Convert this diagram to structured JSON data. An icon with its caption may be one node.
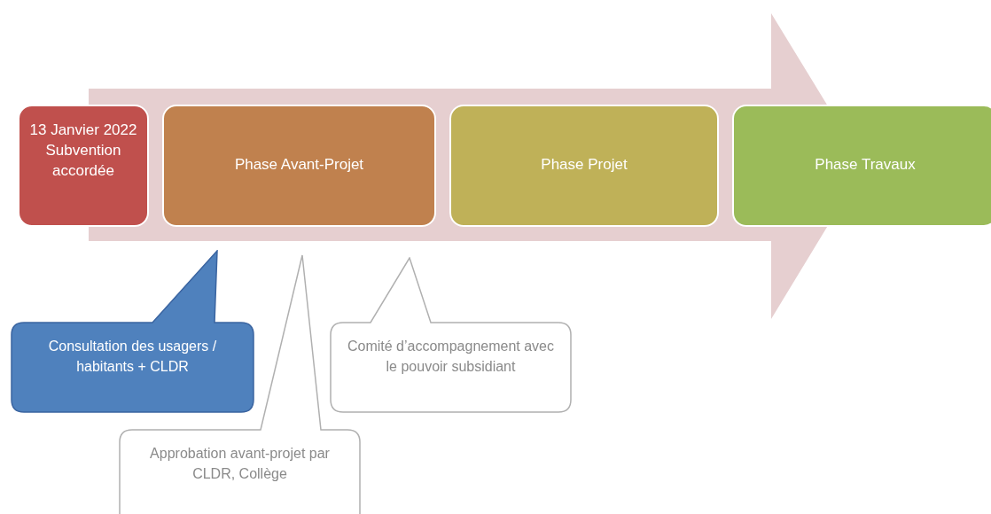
{
  "diagram": {
    "nodes": [
      {
        "text": [
          "13 Janvier 2022 Subvention accordée"
        ]
      },
      {
        "text": [
          "Phase Avant-Projet"
        ]
      },
      {
        "text": [
          "Phase Projet"
        ]
      },
      {
        "text": [
          "Phase Travaux"
        ]
      },
      {
        "text": [
          "Consultation des usagers / habitants + CLDR"
        ]
      },
      {
        "text": [
          "Comité d’accompagnement avec le pouvoir subsidiant"
        ]
      },
      {
        "text": [
          "Approbation avant-projet par CLDR, Collège"
        ]
      }
    ]
  }
}
